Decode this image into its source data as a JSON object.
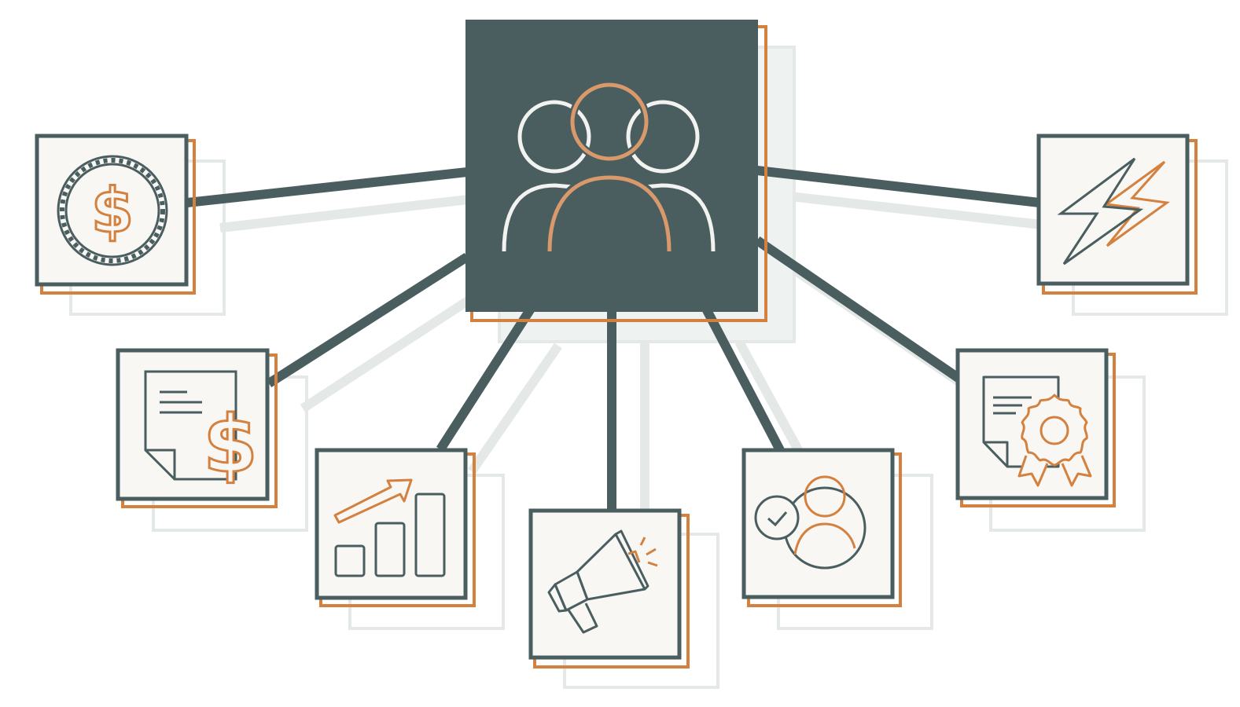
{
  "colors": {
    "slate": "#4a5e60",
    "orange": "#d4803e",
    "tan": "#d9996a",
    "card_bg": "#f8f7f4",
    "shadow": "#e4e9e8",
    "white_stroke": "#f2f2f0"
  },
  "hub": {
    "icon": "user-group-icon"
  },
  "nodes": [
    {
      "id": "finance",
      "icon": "dollar-coin-icon"
    },
    {
      "id": "invoice",
      "icon": "invoice-dollar-icon"
    },
    {
      "id": "growth",
      "icon": "growth-chart-icon"
    },
    {
      "id": "marketing",
      "icon": "megaphone-icon"
    },
    {
      "id": "verified-user",
      "icon": "verified-user-icon"
    },
    {
      "id": "certificate",
      "icon": "certificate-badge-icon"
    },
    {
      "id": "energy",
      "icon": "lightning-icon"
    }
  ]
}
